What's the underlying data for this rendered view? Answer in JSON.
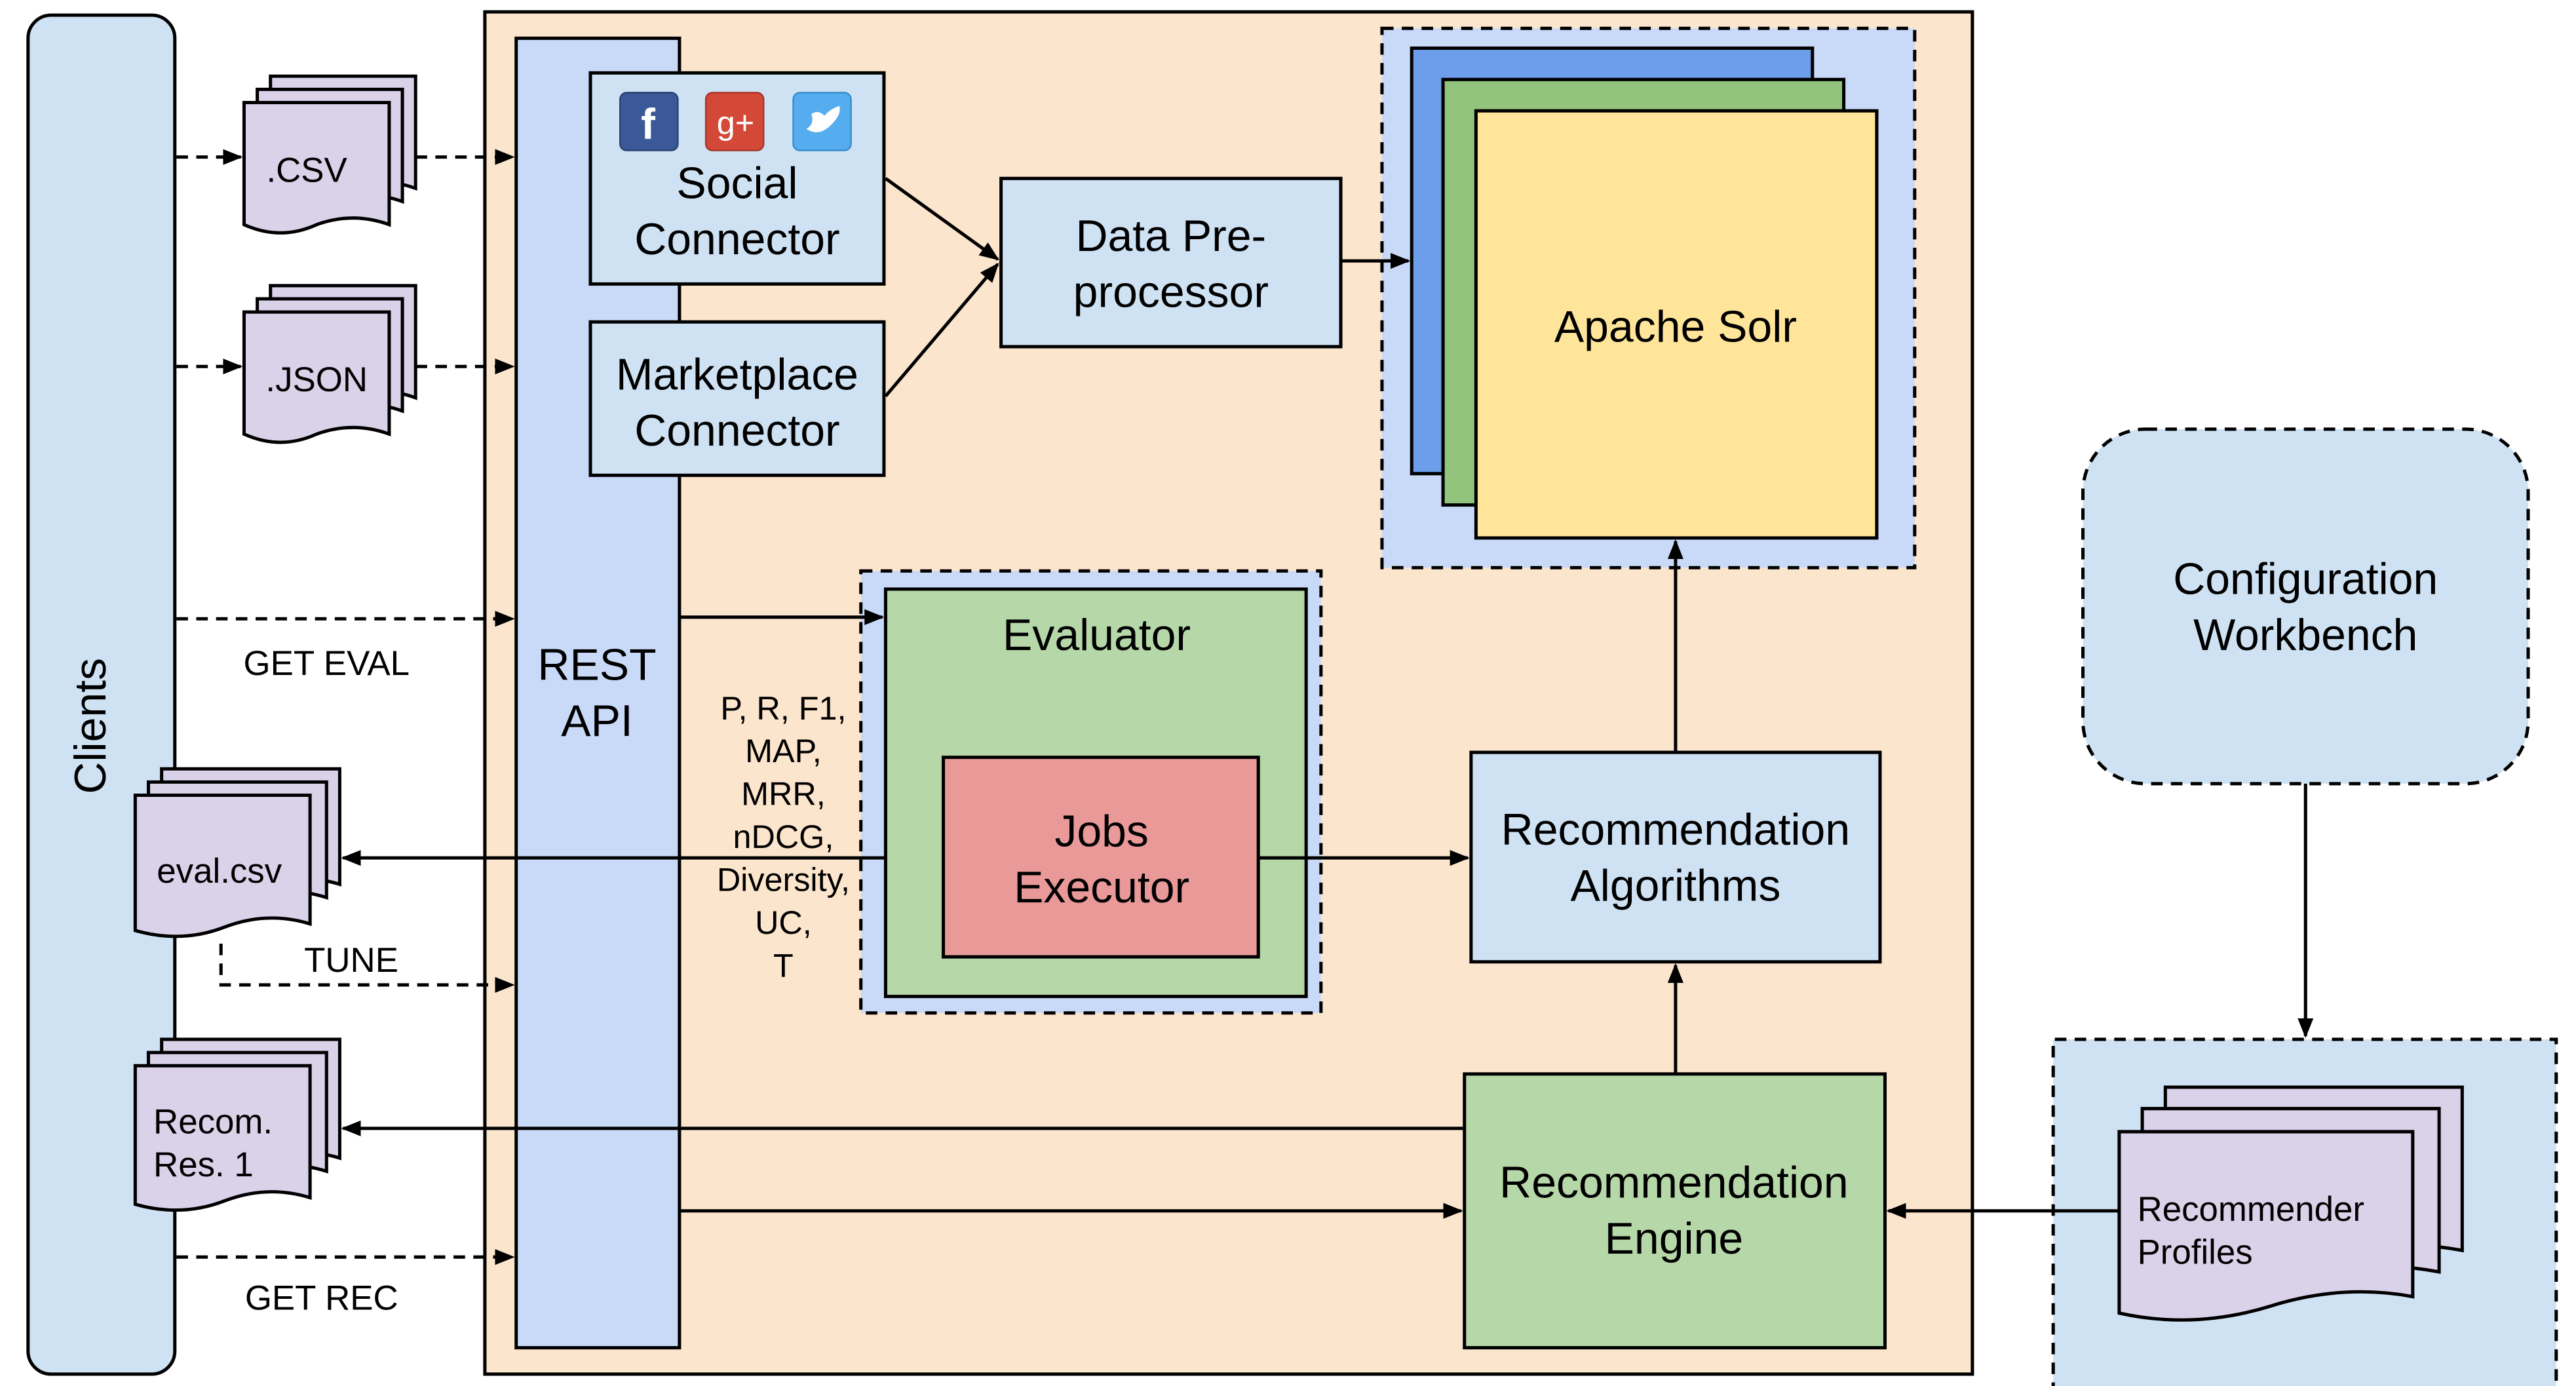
{
  "clients": {
    "label": "Clients"
  },
  "files": {
    "csv": ".CSV",
    "json": ".JSON",
    "eval": "eval.csv",
    "recom_line1": "Recom.",
    "recom_line2": "Res. 1",
    "profiles_line1": "Recommender",
    "profiles_line2": "Profiles"
  },
  "requests": {
    "get_eval": "GET EVAL",
    "tune": "TUNE",
    "get_rec": "GET REC"
  },
  "rest_api": {
    "line1": "REST",
    "line2": "API"
  },
  "social_connector": {
    "line1": "Social",
    "line2": "Connector"
  },
  "marketplace_connector": {
    "line1": "Marketplace",
    "line2": "Connector"
  },
  "data_preprocessor": {
    "line1": "Data Pre-",
    "line2": "processor"
  },
  "apache_solr": {
    "label": "Apache Solr"
  },
  "evaluator": {
    "label": "Evaluator"
  },
  "jobs_executor": {
    "line1": "Jobs",
    "line2": "Executor"
  },
  "metrics": [
    "P, R, F1,",
    "MAP,",
    "MRR,",
    "nDCG,",
    "Diversity,",
    "UC,",
    "T"
  ],
  "recommendation_algorithms": {
    "line1": "Recommendation",
    "line2": "Algorithms"
  },
  "recommendation_engine": {
    "line1": "Recommendation",
    "line2": "Engine"
  },
  "configuration_workbench": {
    "line1": "Configuration",
    "line2": "Workbench"
  },
  "social_icons": [
    "facebook-icon",
    "google-plus-icon",
    "twitter-icon"
  ],
  "colors": {
    "clients": "#cfe2f3",
    "system_bg": "#fce5cd",
    "rest_api": "#c9daf8",
    "connector": "#cfe2f3",
    "solr_front": "#ffe599",
    "solr_middle": "#93c47d",
    "solr_back": "#6d9eeb",
    "evaluator": "#b6d7a8",
    "jobs_executor": "#ea9999",
    "engine": "#b6d7a8",
    "file": "#d9d2e9"
  }
}
